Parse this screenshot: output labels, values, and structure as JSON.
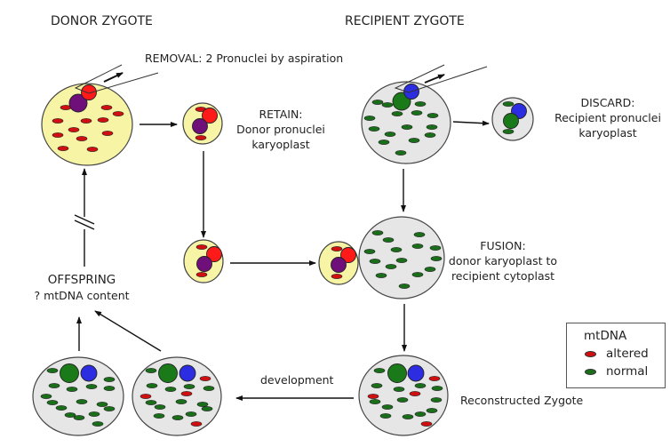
{
  "headings": {
    "donor": "DONOR ZYGOTE",
    "recipient": "RECIPIENT ZYGOTE"
  },
  "steps": {
    "removal": "REMOVAL: 2 Pronuclei by aspiration",
    "retain": [
      "RETAIN:",
      "Donor pronuclei",
      "karyoplast"
    ],
    "discard": [
      "DISCARD:",
      "Recipient pronuclei",
      "karyoplast"
    ],
    "fusion": [
      "FUSION:",
      "donor karyoplast to",
      "recipient cytoplast"
    ],
    "reconstructed": "Reconstructed Zygote",
    "development": "development",
    "offspring": [
      "OFFSPRING",
      "? mtDNA content"
    ]
  },
  "legend": {
    "title": "mtDNA",
    "items": [
      {
        "label": "altered",
        "color": "#d01010"
      },
      {
        "label": "normal",
        "color": "#1a6e1a"
      }
    ]
  },
  "colors": {
    "donor_cytoplasm": "#f7f4a6",
    "recipient_cytoplasm": "#e6e6e6",
    "donor_pronucleus_a": "#ff1a1a",
    "donor_pronucleus_b": "#6e0f7a",
    "recipient_pronucleus_a": "#1a7a1a",
    "recipient_pronucleus_b": "#2c2ce0",
    "mtdna_altered": "#d01010",
    "mtdna_normal": "#1a6e1a"
  }
}
